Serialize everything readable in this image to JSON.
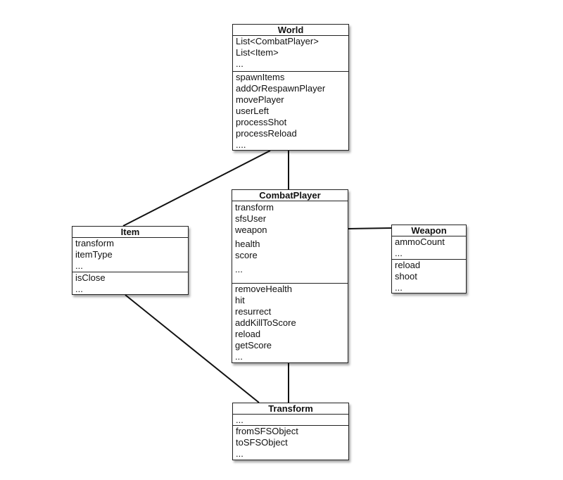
{
  "classes": {
    "world": {
      "name": "World",
      "attributes": [
        "List<CombatPlayer>",
        "List<Item>",
        "..."
      ],
      "methods": [
        "spawnItems",
        "addOrRespawnPlayer",
        "movePlayer",
        "userLeft",
        "processShot",
        "processReload",
        "...."
      ]
    },
    "combat_player": {
      "name": "CombatPlayer",
      "attributes": [
        "transform",
        "sfsUser",
        "weapon",
        "health",
        "score",
        "..."
      ],
      "methods": [
        "removeHealth",
        "hit",
        "resurrect",
        "addKillToScore",
        "reload",
        "getScore",
        "..."
      ]
    },
    "item": {
      "name": "Item",
      "attributes": [
        "transform",
        "itemType",
        "..."
      ],
      "methods": [
        "isClose",
        "..."
      ]
    },
    "weapon": {
      "name": "Weapon",
      "attributes": [
        "ammoCount",
        "..."
      ],
      "methods": [
        "reload",
        "shoot",
        "..."
      ]
    },
    "transform": {
      "name": "Transform",
      "attributes": [
        "..."
      ],
      "methods": [
        "fromSFSObject",
        "toSFSObject",
        "..."
      ]
    }
  },
  "associations": [
    {
      "from": "World",
      "to": "Item"
    },
    {
      "from": "World",
      "to": "CombatPlayer"
    },
    {
      "from": "CombatPlayer",
      "to": "Weapon"
    },
    {
      "from": "CombatPlayer",
      "to": "Transform"
    },
    {
      "from": "Item",
      "to": "Transform"
    }
  ],
  "colors": {
    "line": "#111111",
    "box_border": "#222222",
    "background": "#ffffff"
  }
}
